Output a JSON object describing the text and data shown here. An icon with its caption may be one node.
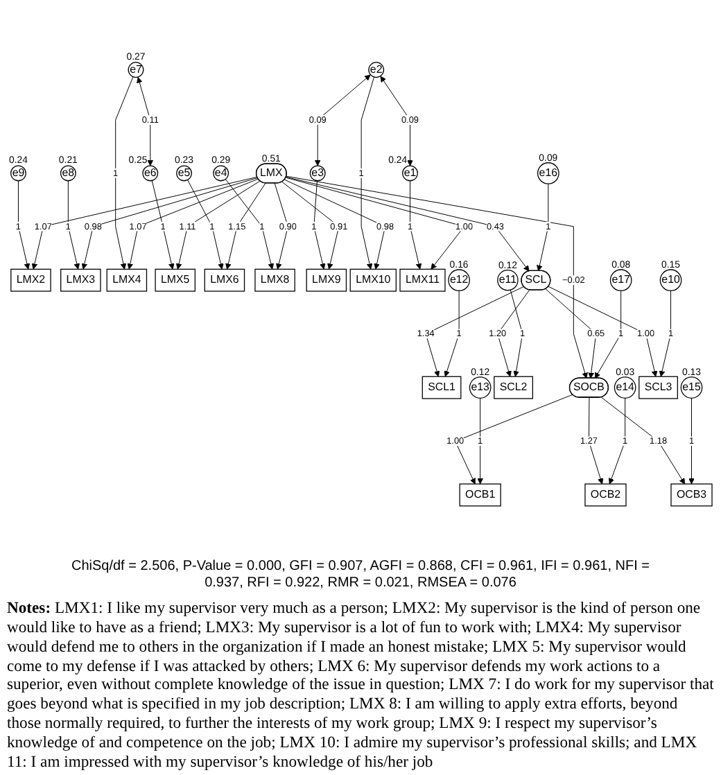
{
  "diagram": {
    "nodes": [
      {
        "text": [
          "e9"
        ],
        "beside": [
          "0.24"
        ]
      },
      {
        "text": [
          "e8"
        ],
        "beside": [
          "0.21"
        ]
      },
      {
        "text": [
          "e7"
        ],
        "beside": [
          "0.27"
        ]
      },
      {
        "text": [
          "e6"
        ],
        "beside": [
          "0.25"
        ]
      },
      {
        "text": [
          "e5"
        ],
        "beside": [
          "0.23"
        ]
      },
      {
        "text": [
          "e4"
        ],
        "beside": [
          "0.29"
        ]
      },
      {
        "text": [
          "e3"
        ]
      },
      {
        "text": [
          "e2"
        ]
      },
      {
        "text": [
          "e1"
        ],
        "beside": [
          "0.24"
        ]
      },
      {
        "text": [
          "LMX2"
        ]
      },
      {
        "text": [
          "LMX3"
        ]
      },
      {
        "text": [
          "LMX4"
        ]
      },
      {
        "text": [
          "LMX5"
        ]
      },
      {
        "text": [
          "LMX6"
        ]
      },
      {
        "text": [
          "LMX8"
        ]
      },
      {
        "text": [
          "LMX9"
        ]
      },
      {
        "text": [
          "LMX10"
        ]
      },
      {
        "text": [
          "LMX11"
        ]
      },
      {
        "text": [
          "LMX"
        ],
        "beside": [
          "0.51"
        ]
      },
      {
        "text": [
          "e12"
        ],
        "beside": [
          "0.16"
        ]
      },
      {
        "text": [
          "SCL1"
        ]
      },
      {
        "text": [
          "OCB1"
        ]
      },
      {
        "text": [
          "e13"
        ],
        "beside": [
          "0.12"
        ]
      },
      {
        "text": [
          "e11"
        ],
        "beside": [
          "0.12"
        ]
      },
      {
        "text": [
          "SCL2"
        ]
      },
      {
        "text": [
          "SCL"
        ]
      },
      {
        "text": [
          "SOCB"
        ]
      },
      {
        "text": [
          "OCB2"
        ]
      },
      {
        "text": [
          "e14"
        ],
        "beside": [
          "0.03"
        ]
      },
      {
        "text": [
          "e10"
        ],
        "beside": [
          "0.15"
        ]
      },
      {
        "text": [
          "SCL3"
        ]
      },
      {
        "text": [
          "OCB3"
        ]
      },
      {
        "text": [
          "e15"
        ],
        "beside": [
          "0.13"
        ]
      },
      {
        "text": [
          "e16"
        ],
        "beside": [
          "0.09"
        ]
      },
      {
        "text": [
          "e17"
        ],
        "beside": [
          "0.08"
        ]
      }
    ],
    "edges": [
      {
        "from": 0,
        "to": 9,
        "arrow": "to",
        "label": "1"
      },
      {
        "from": 1,
        "to": 10,
        "arrow": "to",
        "label": "1"
      },
      {
        "from": 2,
        "to": 11,
        "arrow": "to",
        "label": "1"
      },
      {
        "from": 3,
        "to": 12,
        "arrow": "to",
        "label": "1"
      },
      {
        "from": 4,
        "to": 13,
        "arrow": "to",
        "label": "1"
      },
      {
        "from": 5,
        "to": 14,
        "arrow": "to",
        "label": "1"
      },
      {
        "from": 6,
        "to": 15,
        "arrow": "to",
        "label": "1"
      },
      {
        "from": 7,
        "to": 16,
        "arrow": "to",
        "label": "1"
      },
      {
        "from": 8,
        "to": 17,
        "arrow": "to",
        "label": "1"
      },
      {
        "from": 2,
        "to": 3,
        "arrow": "both",
        "label": "0.11"
      },
      {
        "from": 7,
        "to": 6,
        "arrow": "both",
        "label": "0.09"
      },
      {
        "from": 7,
        "to": 8,
        "arrow": "both",
        "label": "0.09"
      },
      {
        "from": 18,
        "to": 9,
        "arrow": "to",
        "label": "1.07"
      },
      {
        "from": 18,
        "to": 10,
        "arrow": "to",
        "label": "0.98"
      },
      {
        "from": 18,
        "to": 11,
        "arrow": "to",
        "label": "1.07"
      },
      {
        "from": 18,
        "to": 12,
        "arrow": "to",
        "label": "1.11"
      },
      {
        "from": 18,
        "to": 13,
        "arrow": "to",
        "label": "1.15"
      },
      {
        "from": 18,
        "to": 14,
        "arrow": "to",
        "label": "0.90"
      },
      {
        "from": 18,
        "to": 15,
        "arrow": "to",
        "label": "0.91"
      },
      {
        "from": 18,
        "to": 16,
        "arrow": "to",
        "label": "0.98"
      },
      {
        "from": 18,
        "to": 17,
        "arrow": "to",
        "label": "1.00"
      },
      {
        "from": 18,
        "to": 25,
        "arrow": "to",
        "label": "0.43"
      },
      {
        "from": 18,
        "to": 26,
        "arrow": "to",
        "label": "−0.02"
      },
      {
        "from": 25,
        "to": 26,
        "arrow": "to",
        "label": "0.65"
      },
      {
        "from": 25,
        "to": 20,
        "arrow": "to",
        "label": "1.34"
      },
      {
        "from": 25,
        "to": 24,
        "arrow": "to",
        "label": "1.20"
      },
      {
        "from": 25,
        "to": 30,
        "arrow": "to",
        "label": "1.00"
      },
      {
        "from": 19,
        "to": 20,
        "arrow": "to",
        "label": "1"
      },
      {
        "from": 23,
        "to": 24,
        "arrow": "to",
        "label": "1"
      },
      {
        "from": 29,
        "to": 30,
        "arrow": "to",
        "label": "1"
      },
      {
        "from": 26,
        "to": 21,
        "arrow": "to",
        "label": "1.00"
      },
      {
        "from": 26,
        "to": 27,
        "arrow": "to",
        "label": "1.27"
      },
      {
        "from": 26,
        "to": 31,
        "arrow": "to",
        "label": "1.18"
      },
      {
        "from": 22,
        "to": 21,
        "arrow": "to",
        "label": "1"
      },
      {
        "from": 28,
        "to": 27,
        "arrow": "to",
        "label": "1"
      },
      {
        "from": 32,
        "to": 31,
        "arrow": "to",
        "label": "1"
      },
      {
        "from": 33,
        "to": 25,
        "arrow": "to",
        "label": "1"
      },
      {
        "from": 34,
        "to": 26,
        "arrow": "to",
        "label": "1"
      }
    ],
    "labels": [
      "ChiSq/df = 2.506, P-Value = 0.000, GFI = 0.907, AGFI = 0.868, CFI = 0.961, IFI = 0.961, NFI = 0.937, RFI = 0.922, RMR = 0.021, RMSEA = 0.076"
    ],
    "caption": "**Notes:** LMX1: I like my supervisor very much as a person; LMX2: My supervisor is the kind of person one would like to have as a friend; LMX3: My supervisor is a lot of fun to work with; LMX4: My supervisor would defend me to others in the organization if I made an honest mistake; LMX 5: My supervisor would come to my defense if I was attacked by others; LMX 6: My supervisor defends my work actions to a superior, even without complete knowledge of the issue in question; LMX 7: I do work for my supervisor that goes beyond what is specified in my job description; LMX 8: I am willing to apply extra efforts, beyond those normally required, to further the interests of my work group; LMX 9: I respect my supervisor’s knowledge of and competence on the job; LMX 10: I admire my supervisor’s professional skills; and LMX 11: I am impressed with my supervisor’s knowledge of his/her job"
  }
}
